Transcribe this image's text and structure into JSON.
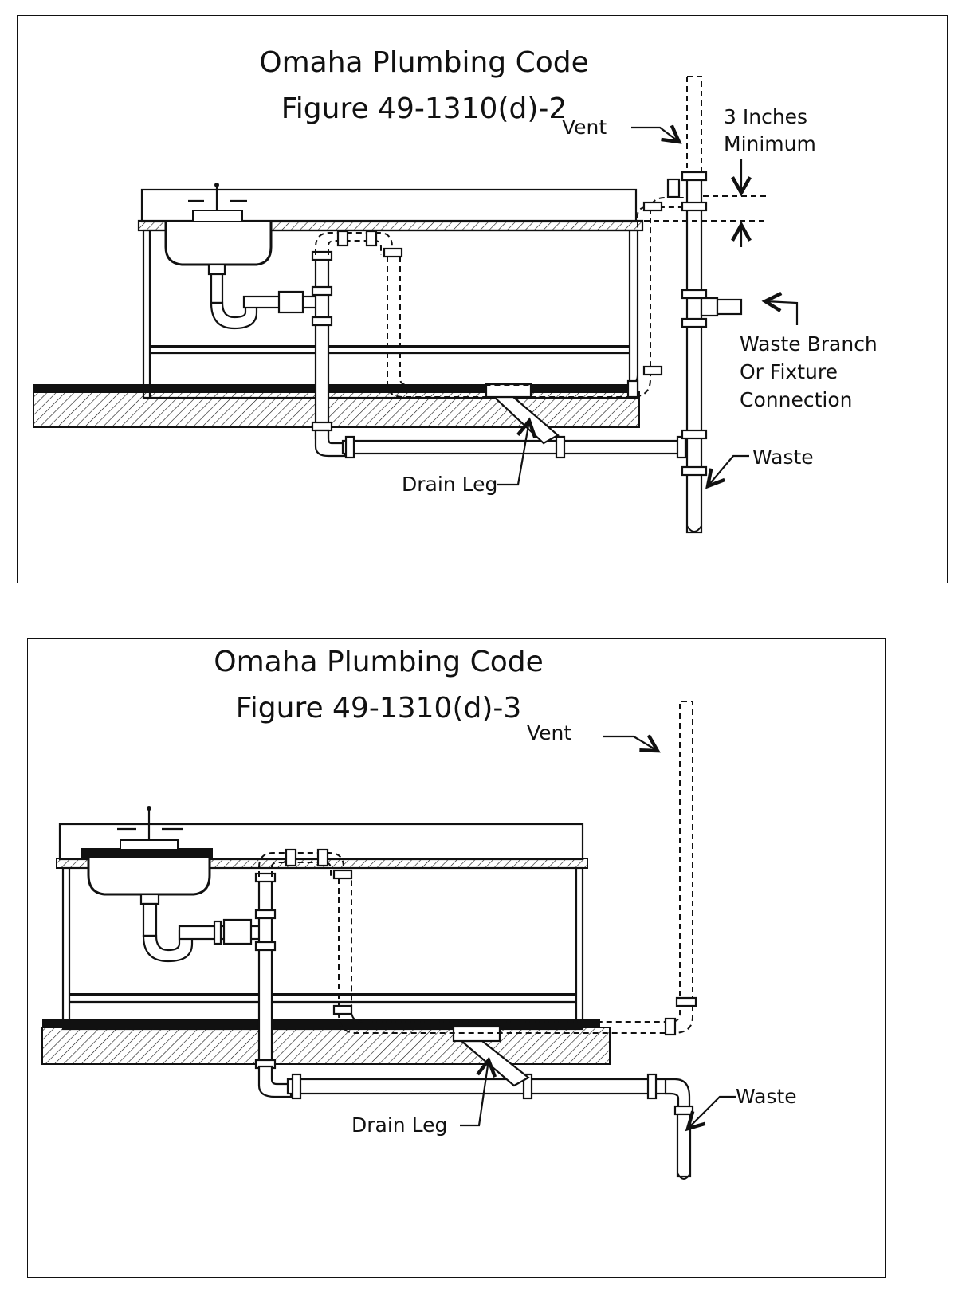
{
  "figure2": {
    "title_line1": "Omaha Plumbing Code",
    "title_line2": "Figure 49-1310(d)-2",
    "label_vent": "Vent",
    "label_min_line1": "3 Inches",
    "label_min_line2": "Minimum",
    "label_branch_line1": "Waste Branch",
    "label_branch_line2": "Or Fixture",
    "label_branch_line3": "Connection",
    "label_waste": "Waste",
    "label_drain_leg": "Drain Leg"
  },
  "figure3": {
    "title_line1": "Omaha Plumbing Code",
    "title_line2": "Figure 49-1310(d)-3",
    "label_vent": "Vent",
    "label_waste": "Waste",
    "label_drain_leg": "Drain Leg"
  }
}
